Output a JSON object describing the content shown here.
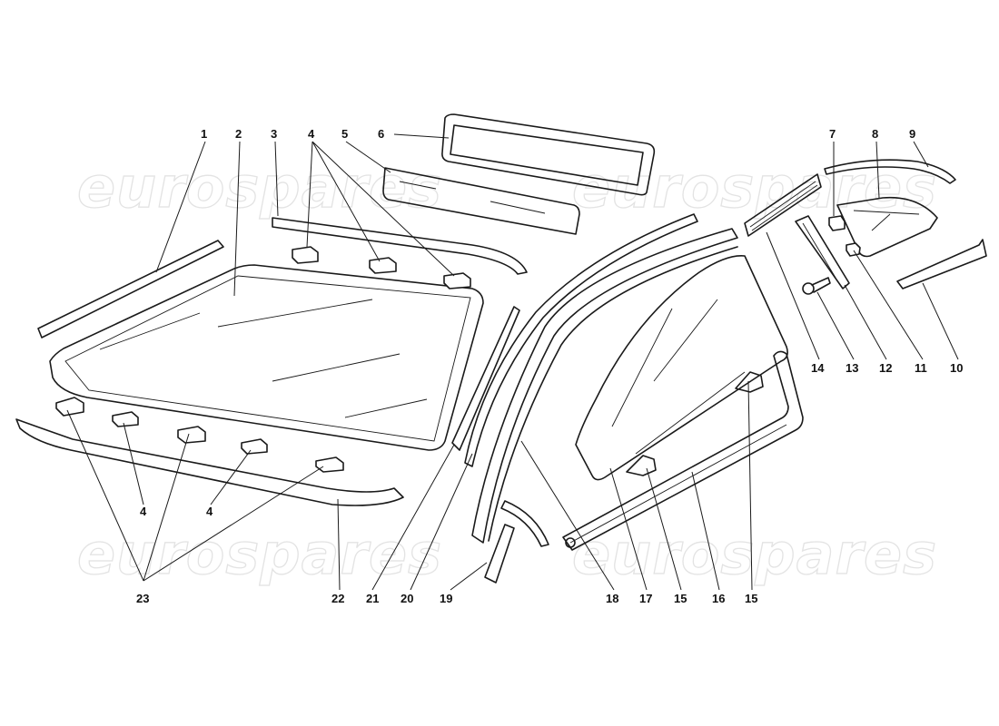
{
  "watermark": {
    "text": "eurospares",
    "color": "#e3e3e3"
  },
  "callouts": {
    "c1": "1",
    "c2": "2",
    "c3": "3",
    "c4_top": "4",
    "c5": "5",
    "c6": "6",
    "c7": "7",
    "c8": "8",
    "c9": "9",
    "c10": "10",
    "c11": "11",
    "c12": "12",
    "c13": "13",
    "c14": "14",
    "c15_a": "15",
    "c15_b": "15",
    "c16": "16",
    "c17": "17",
    "c18": "18",
    "c19": "19",
    "c20": "20",
    "c21": "21",
    "c22": "22",
    "c23": "23",
    "c4_left": "4",
    "c4_mid": "4"
  },
  "colors": {
    "line": "#1a1a1a",
    "background": "#ffffff"
  }
}
